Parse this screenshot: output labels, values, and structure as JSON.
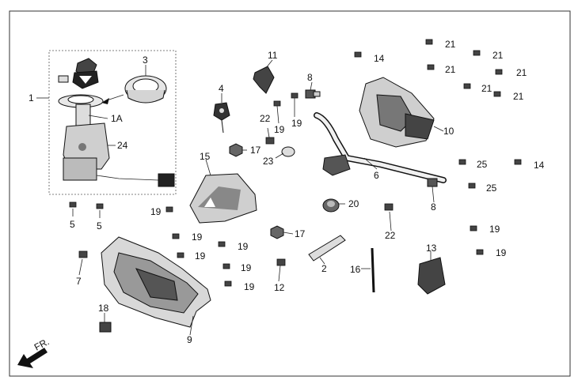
{
  "diagram": {
    "direction_label": "FR.",
    "callouts": {
      "c1": "1",
      "c1a": "1A",
      "c2": "2",
      "c3": "3",
      "c4": "4",
      "c5a": "5",
      "c5b": "5",
      "c6": "6",
      "c7": "7",
      "c8a": "8",
      "c8b": "8",
      "c9": "9",
      "c10": "10",
      "c11": "11",
      "c12": "12",
      "c13": "13",
      "c14a": "14",
      "c14b": "14",
      "c15": "15",
      "c16": "16",
      "c17a": "17",
      "c17b": "17",
      "c18": "18",
      "c19a": "19",
      "c19b": "19",
      "c19c": "19",
      "c19d": "19",
      "c19e": "19",
      "c19f": "19",
      "c19g": "19",
      "c19h": "19",
      "c19i": "19",
      "c19j": "19",
      "c20": "20",
      "c21a": "21",
      "c21b": "21",
      "c21c": "21",
      "c21d": "21",
      "c21e": "21",
      "c21f": "21",
      "c22a": "22",
      "c22b": "22",
      "c23": "23",
      "c24": "24",
      "c25a": "25",
      "c25b": "25"
    },
    "colors": {
      "frame": "#333333",
      "ink": "#111111",
      "part_fill": "#e8e8e8",
      "dark_fill": "#555555"
    }
  }
}
